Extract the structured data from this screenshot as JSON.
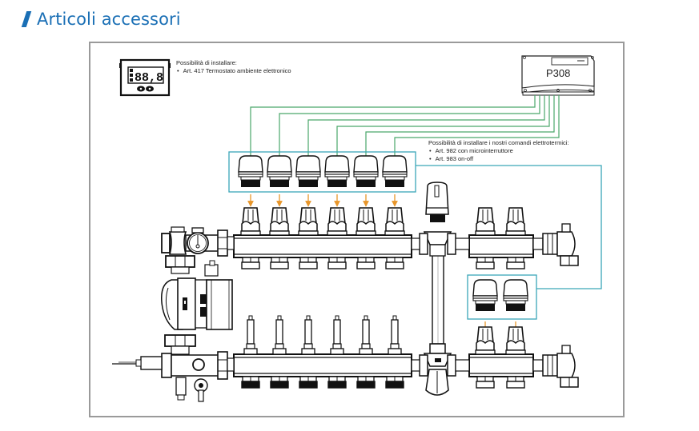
{
  "page": {
    "title": "Articoli accessori",
    "accent_color": "#1a6fb5"
  },
  "colors": {
    "wire_green": "#4aa66a",
    "box_teal": "#3aa6b8",
    "arrow_orange": "#e8962a",
    "frame_gray": "#9a9a9a",
    "line_black": "#111111"
  },
  "thermostat_note": {
    "heading": "Possibilità di installare:",
    "items": [
      "Art. 417 Termostato ambiente elettronico"
    ],
    "display_text": "88,8"
  },
  "controller": {
    "label": "P308"
  },
  "actuator_note": {
    "heading": "Possibilità di installare i nostri comandi elettrotermici:",
    "items": [
      "Art. 982 con microinterruttore",
      "Art. 983 on-off"
    ]
  },
  "diagram": {
    "top_manifold_actuators": 6,
    "side_manifold_actuators": 2,
    "bottom_manifold_flowmeters": 6,
    "wires_from_controller": 6
  }
}
